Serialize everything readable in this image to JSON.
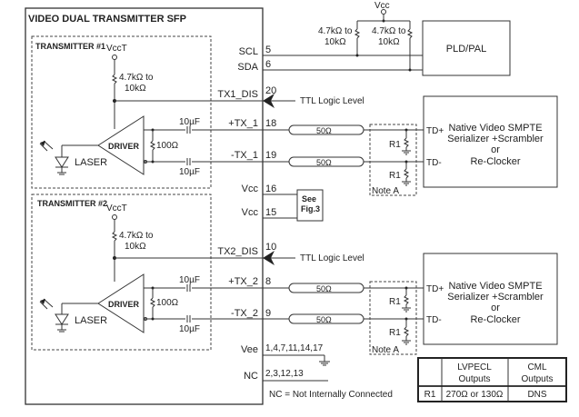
{
  "module": {
    "title": "VIDEO DUAL TRANSMITTER SFP",
    "transmitter1": {
      "title": "TRANSMITTER #1",
      "supply": "VccT",
      "pullup": [
        "4.7kΩ to",
        "10kΩ"
      ],
      "driver": "DRIVER",
      "termination": "100Ω",
      "cap_top": "10µF",
      "cap_bottom": "10µF",
      "laser": "LASER"
    },
    "transmitter2": {
      "title": "TRANSMITTER #2",
      "supply": "VccT",
      "pullup": [
        "4.7kΩ to",
        "10kΩ"
      ],
      "driver": "DRIVER",
      "termination": "100Ω",
      "cap_top": "10µF",
      "cap_bottom": "10µF",
      "laser": "LASER"
    },
    "pins": [
      {
        "name": "SCL",
        "number": "5"
      },
      {
        "name": "SDA",
        "number": "6"
      },
      {
        "name": "TX1_DIS",
        "number": "20"
      },
      {
        "name": "+TX_1",
        "number": "18"
      },
      {
        "name": "-TX_1",
        "number": "19"
      },
      {
        "name": "Vcc",
        "number": "16"
      },
      {
        "name": "Vcc",
        "number": "15"
      },
      {
        "name": "TX2_DIS",
        "number": "10"
      },
      {
        "name": "+TX_2",
        "number": "8"
      },
      {
        "name": "-TX_2",
        "number": "9"
      },
      {
        "name": "Vee",
        "number": "1,4,7,11,14,17"
      },
      {
        "name": "NC",
        "number": "2,3,12,13"
      }
    ],
    "nc_note": "NC = Not Internally Connected"
  },
  "i2c": {
    "supply": "Vcc",
    "pullup_left": [
      "4.7kΩ to",
      "10kΩ"
    ],
    "pullup_right": [
      "4.7kΩ to",
      "10kΩ"
    ],
    "device": "PLD/PAL"
  },
  "ttl_label_1": "TTL Logic Level",
  "ttl_label_2": "TTL Logic Level",
  "see_fig": [
    "See",
    "Fig.3"
  ],
  "channel1": {
    "line_top": "50Ω",
    "line_bottom": "50Ω",
    "r_top": "R1",
    "r_bottom": "R1",
    "note": "Note A",
    "td_plus": "TD+",
    "td_minus": "TD-",
    "receiver": [
      "Native Video SMPTE",
      "Serializer +Scrambler",
      "or",
      "Re-Clocker"
    ]
  },
  "channel2": {
    "line_top": "50Ω",
    "line_bottom": "50Ω",
    "r_top": "R1",
    "r_bottom": "R1",
    "note": "Note A",
    "td_plus": "TD+",
    "td_minus": "TD-",
    "receiver": [
      "Native Video SMPTE",
      "Serializer +Scrambler",
      "or",
      "Re-Clocker"
    ]
  },
  "r1_table": {
    "headers": [
      "",
      "LVPECL\nOutputs",
      "CML\nOutputs"
    ],
    "header_lines": [
      [
        "",
        ""
      ],
      [
        "LVPECL",
        "Outputs"
      ],
      [
        "CML",
        "Outputs"
      ]
    ],
    "rows": [
      [
        "R1",
        "270Ω or 130Ω",
        "DNS"
      ]
    ]
  }
}
